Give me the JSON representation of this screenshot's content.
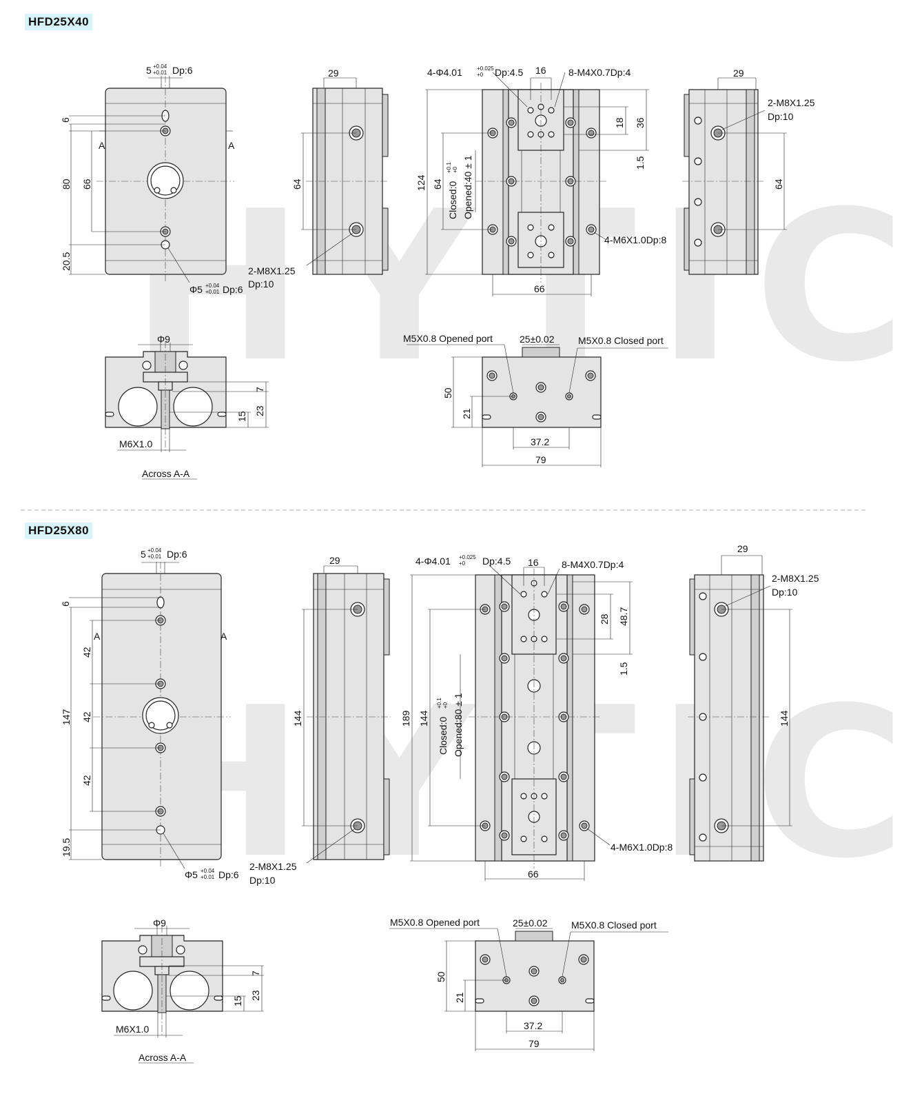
{
  "sections": [
    {
      "model": "HFD25X40",
      "watermark": "HYTIC",
      "front": {
        "top_hole": "5",
        "top_hole_tol_up": "+0.04",
        "top_hole_tol_dn": "+0.01",
        "top_hole_depth": "Dp:6",
        "d6": "6",
        "d80": "80",
        "d66": "66",
        "d205": "20.5",
        "a1": "A",
        "a2": "A",
        "hole2": "Φ5",
        "hole2_tol_up": "+0.04",
        "hole2_tol_dn": "+0.01",
        "hole2_depth": "Dp:6"
      },
      "side": {
        "w29": "29",
        "h64": "64",
        "thread": "2-M8X1.25",
        "depth": "Dp:10"
      },
      "top": {
        "pin": "4-Φ4.01",
        "pin_tol_up": "+0.025",
        "pin_tol_dn": "+0",
        "pin_depth": "Dp:4.5",
        "w16": "16",
        "thread": "8-M4X0.7Dp:4",
        "d18": "18",
        "d36": "36",
        "d15": "1.5",
        "h124": "124",
        "h64": "64",
        "closed": "Closed:0",
        "closed_tol_up": "+0.1",
        "closed_tol_dn": "+0",
        "opened": "Opened:40 ± 1",
        "mount": "4-M6X1.0Dp:8",
        "w66": "66"
      },
      "side2": {
        "w29": "29",
        "thread": "2-M8X1.25",
        "depth": "Dp:10",
        "h64": "64"
      },
      "section": {
        "d9": "Φ9",
        "d7": "7",
        "d15": "15",
        "d23": "23",
        "thread": "M6X1.0",
        "caption": "Across A-A"
      },
      "end": {
        "opened_port": "M5X0.8 Opened port",
        "w25": "25±0.02",
        "closed_port": "M5X0.8 Closed port",
        "h50": "50",
        "h21": "21",
        "w372": "37.2",
        "w79": "79"
      }
    },
    {
      "model": "HFD25X80",
      "watermark": "HYTIC",
      "front": {
        "top_hole": "5",
        "top_hole_tol_up": "+0.04",
        "top_hole_tol_dn": "+0.01",
        "top_hole_depth": "Dp:6",
        "d6": "6",
        "d147": "147",
        "d42a": "42",
        "d42b": "42",
        "d42c": "42",
        "d195": "19.5",
        "a1": "A",
        "a2": "A",
        "hole2": "Φ5",
        "hole2_tol_up": "+0.04",
        "hole2_tol_dn": "+0.01",
        "hole2_depth": "Dp:6"
      },
      "side": {
        "w29": "29",
        "h144": "144",
        "thread": "2-M8X1.25",
        "depth": "Dp:10"
      },
      "top": {
        "pin": "4-Φ4.01",
        "pin_tol_up": "+0.025",
        "pin_tol_dn": "+0",
        "pin_depth": "Dp:4.5",
        "w16": "16",
        "thread": "8-M4X0.7Dp:4",
        "d28": "28",
        "d487": "48.7",
        "d15": "1.5",
        "h189": "189",
        "h144": "144",
        "closed": "Closed:0",
        "closed_tol_up": "+0.1",
        "closed_tol_dn": "+0",
        "opened": "Opened:80 ± 1",
        "mount": "4-M6X1.0Dp:8",
        "w66": "66"
      },
      "side2": {
        "w29": "29",
        "thread": "2-M8X1.25",
        "depth": "Dp:10",
        "h144": "144"
      },
      "section": {
        "d9": "Φ9",
        "d7": "7",
        "d15": "15",
        "d23": "23",
        "thread": "M6X1.0",
        "caption": "Across A-A"
      },
      "end": {
        "opened_port": "M5X0.8 Opened port",
        "w25": "25±0.02",
        "closed_port": "M5X0.8 Closed port",
        "h50": "50",
        "h21": "21",
        "w372": "37.2",
        "w79": "79"
      }
    }
  ]
}
